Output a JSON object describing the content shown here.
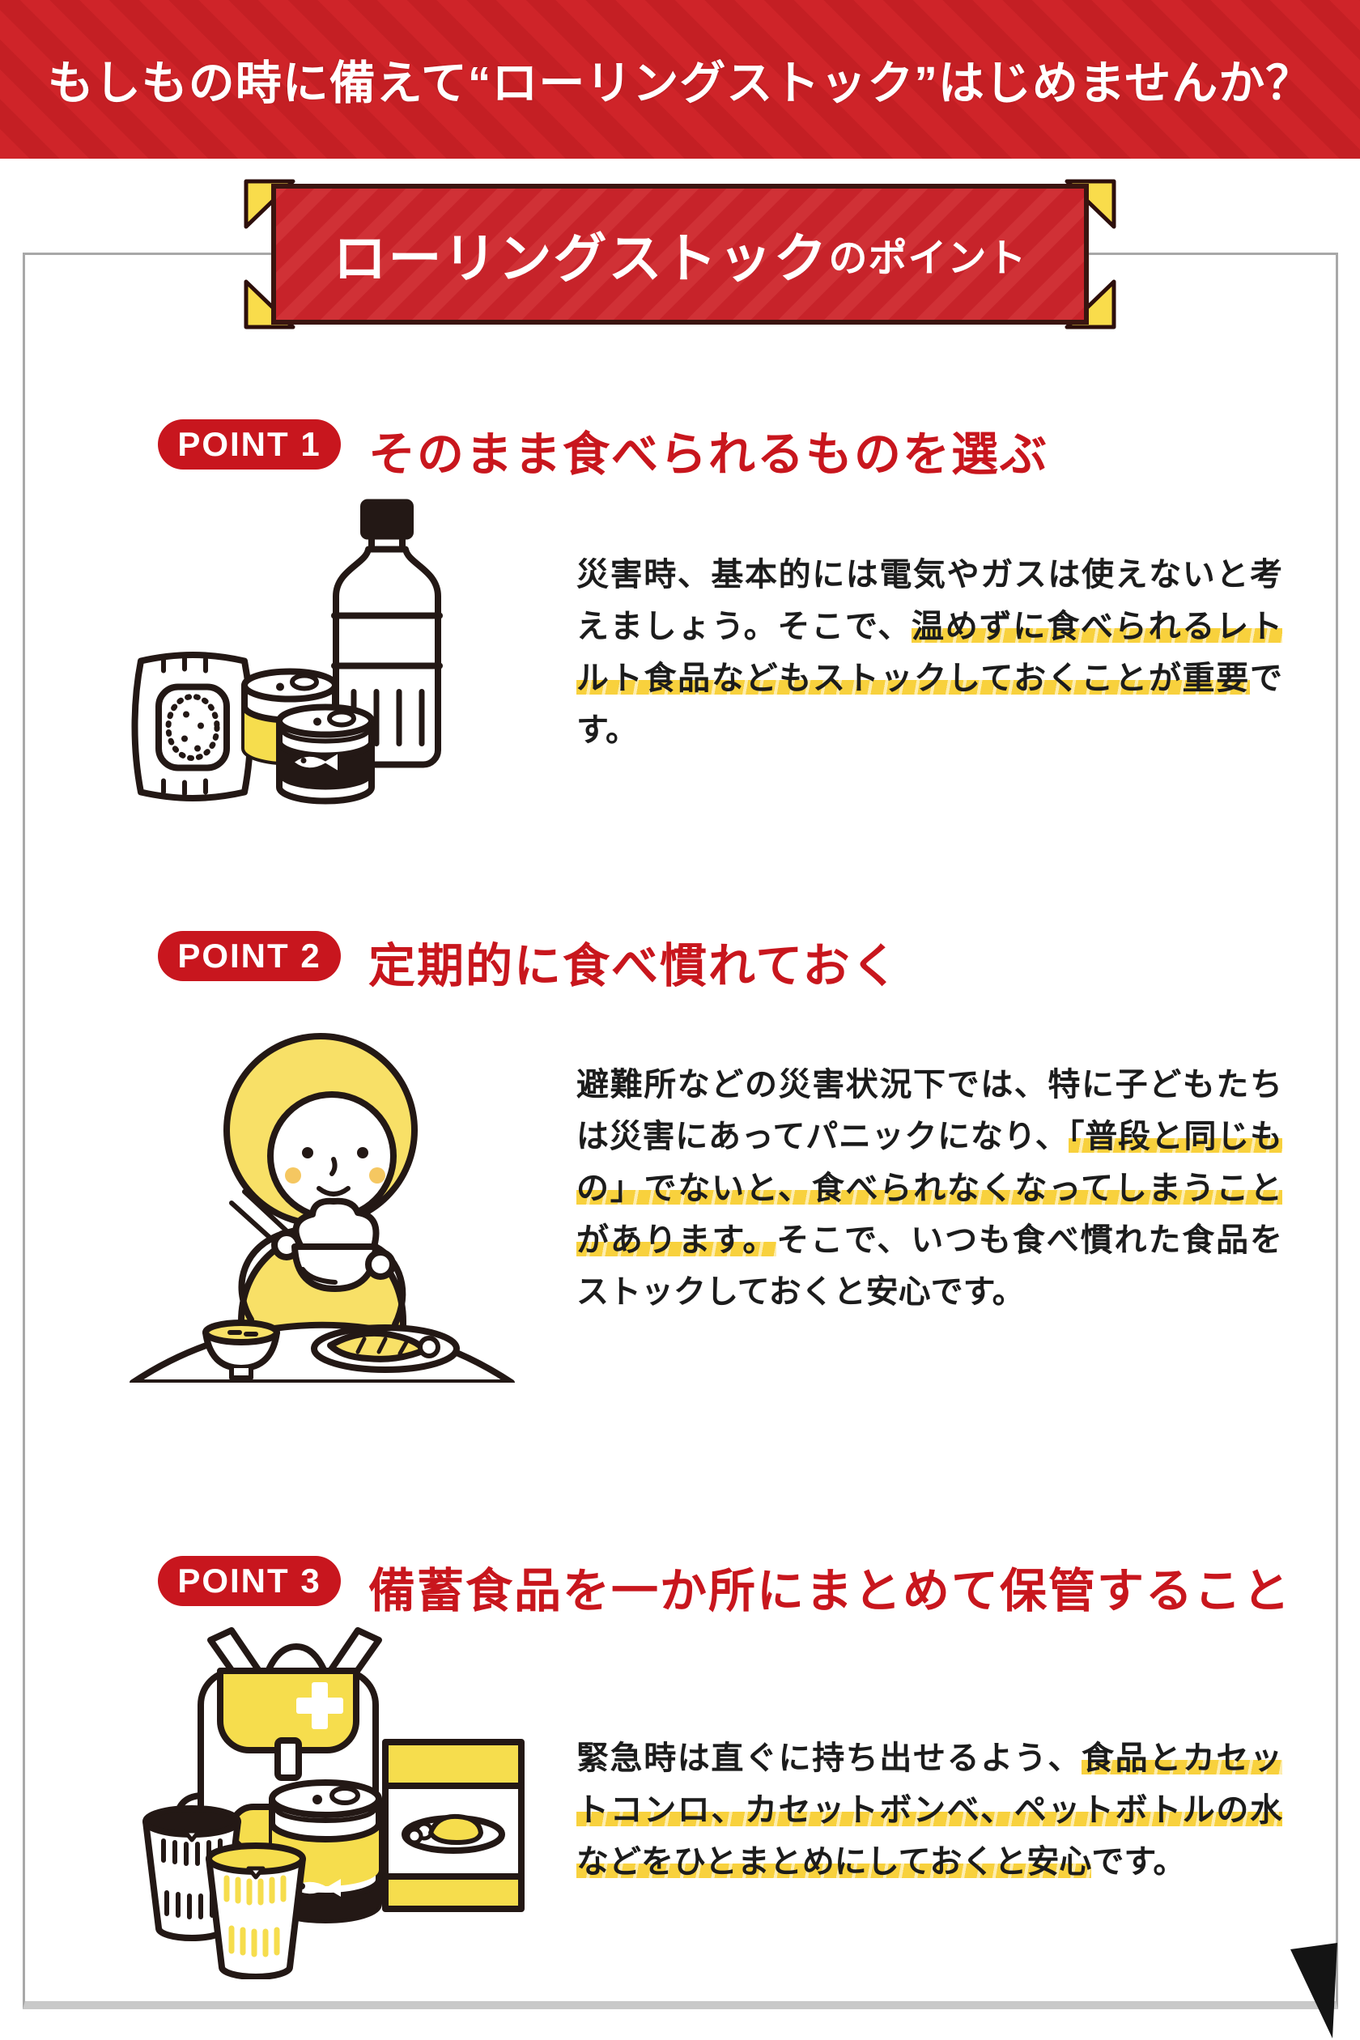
{
  "banner": {
    "title": "もしもの時に備えて“ローリングストック”はじめませんか？"
  },
  "ribbon": {
    "title_main": "ローリングストック",
    "title_sub": "のポイント"
  },
  "points": [
    {
      "badge": "POINT 1",
      "heading": "そのまま食べられるものを選ぶ",
      "illustration": "bottled-water-canned-food-retort-pouch",
      "body": [
        {
          "text": "災害時、基本的には電気やガスは使えないと考えましょう。そこで、",
          "highlight": false
        },
        {
          "text": "温めずに食べられるレトルト食品などもストックしておくことが重要",
          "highlight": true
        },
        {
          "text": "です。",
          "highlight": false
        }
      ]
    },
    {
      "badge": "POINT 2",
      "heading": "定期的に食べ慣れておく",
      "illustration": "person-eating-familiar-meal",
      "body": [
        {
          "text": "避難所などの災害状況下では、特に子どもたちは災害にあってパニックになり、",
          "highlight": false
        },
        {
          "text": "「普段と同じもの」でないと、食べられなくなってしまうことがあります。",
          "highlight": true
        },
        {
          "text": "そこで、いつも食べ慣れた食品をストックしておくと安心です。",
          "highlight": false
        }
      ]
    },
    {
      "badge": "POINT 3",
      "heading": "備蓄食品を一か所にまとめて保管すること",
      "illustration": "emergency-backpack-with-stockpile",
      "body": [
        {
          "text": "緊急時は直ぐに持ち出せるよう、",
          "highlight": false
        },
        {
          "text": "食品とカセットコンロ、カセットボンベ、ペットボトルの水などをひとまとめにしておくと安心",
          "highlight": true
        },
        {
          "text": "です。",
          "highlight": false
        }
      ]
    }
  ],
  "colors": {
    "brand_red": "#c8161e",
    "banner_red": "#cf2429",
    "accent_yellow": "#f6dd4d",
    "highlight_yellow": "#f8d13d",
    "outline": "#231815"
  }
}
